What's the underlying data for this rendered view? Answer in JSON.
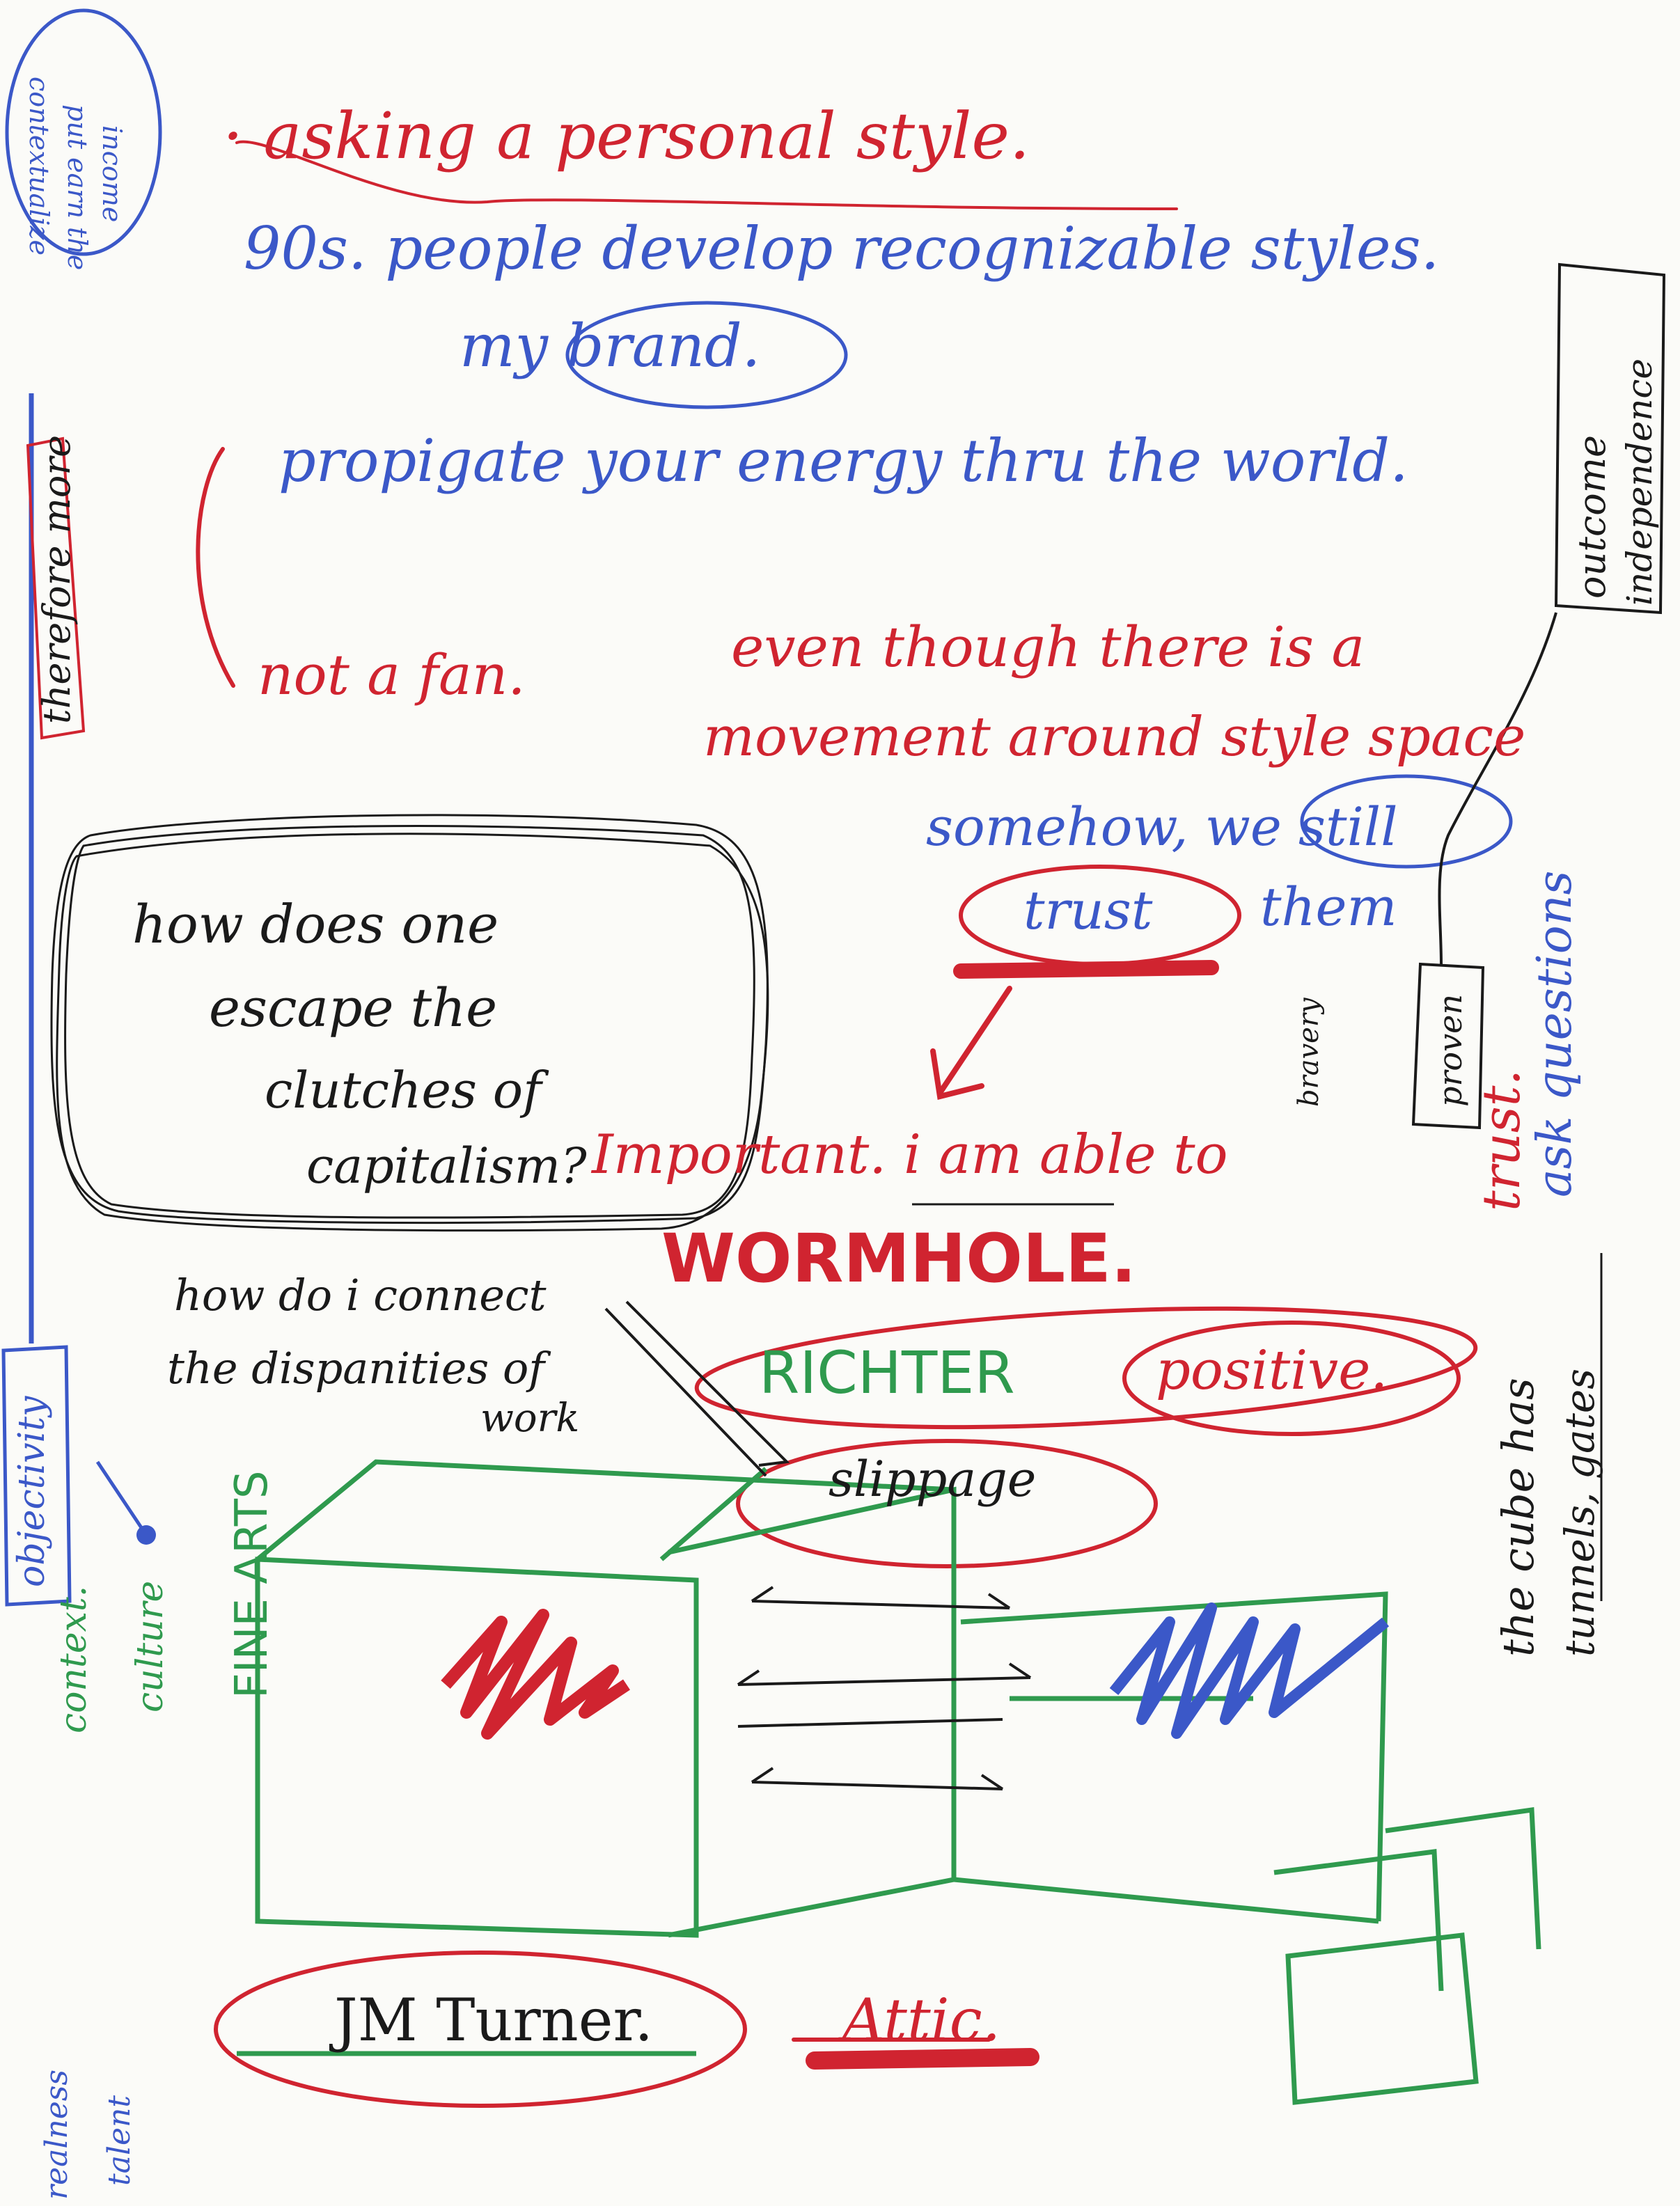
{
  "colors": {
    "paper": "#fbfbf8",
    "red": "#d02430",
    "blue": "#3b58c8",
    "black": "#1a1a1a",
    "green": "#2f9a4e"
  },
  "notes": {
    "top": {
      "line1": "· asking a personal style.",
      "line2": "90s. people develop recognizable styles.",
      "line3": "my brand.",
      "line4": "propigate your energy thru the world.",
      "line5": "not a fan.",
      "line6": "even though there is a",
      "line7": "movement around style space",
      "line8": "somehow, we still",
      "line9_trust": "trust",
      "line9_them": "them"
    },
    "box_question": {
      "line1": "how does one",
      "line2": "escape the",
      "line3": "clutches of",
      "line4": "capitalism?"
    },
    "important": "Important. i am able to",
    "wormhole": "WORMHOLE.",
    "connect": {
      "line1": "how do i connect",
      "line2": "the dispanities of",
      "line3": "work"
    },
    "richter": "RICHTER",
    "positive": "positive.",
    "slippage": "slippage",
    "fine_arts": "FINE ARTS",
    "culture": "culture",
    "context": "context.",
    "objectivity": "objectivity",
    "therefore": "therefore more",
    "left_top": [
      "contextualize",
      "put earn the",
      "income"
    ],
    "outcome": [
      "outcome",
      "independence"
    ],
    "proven": "proven",
    "bravery": "bravery",
    "trust_vertical": "trust.",
    "ask_questions": "ask questions",
    "cube": {
      "line1": "the cube has",
      "line2": "tunnels, gates"
    },
    "turner": "JM Turner.",
    "attic": "Attic.",
    "bottom_left": [
      "realness",
      "talent"
    ]
  }
}
